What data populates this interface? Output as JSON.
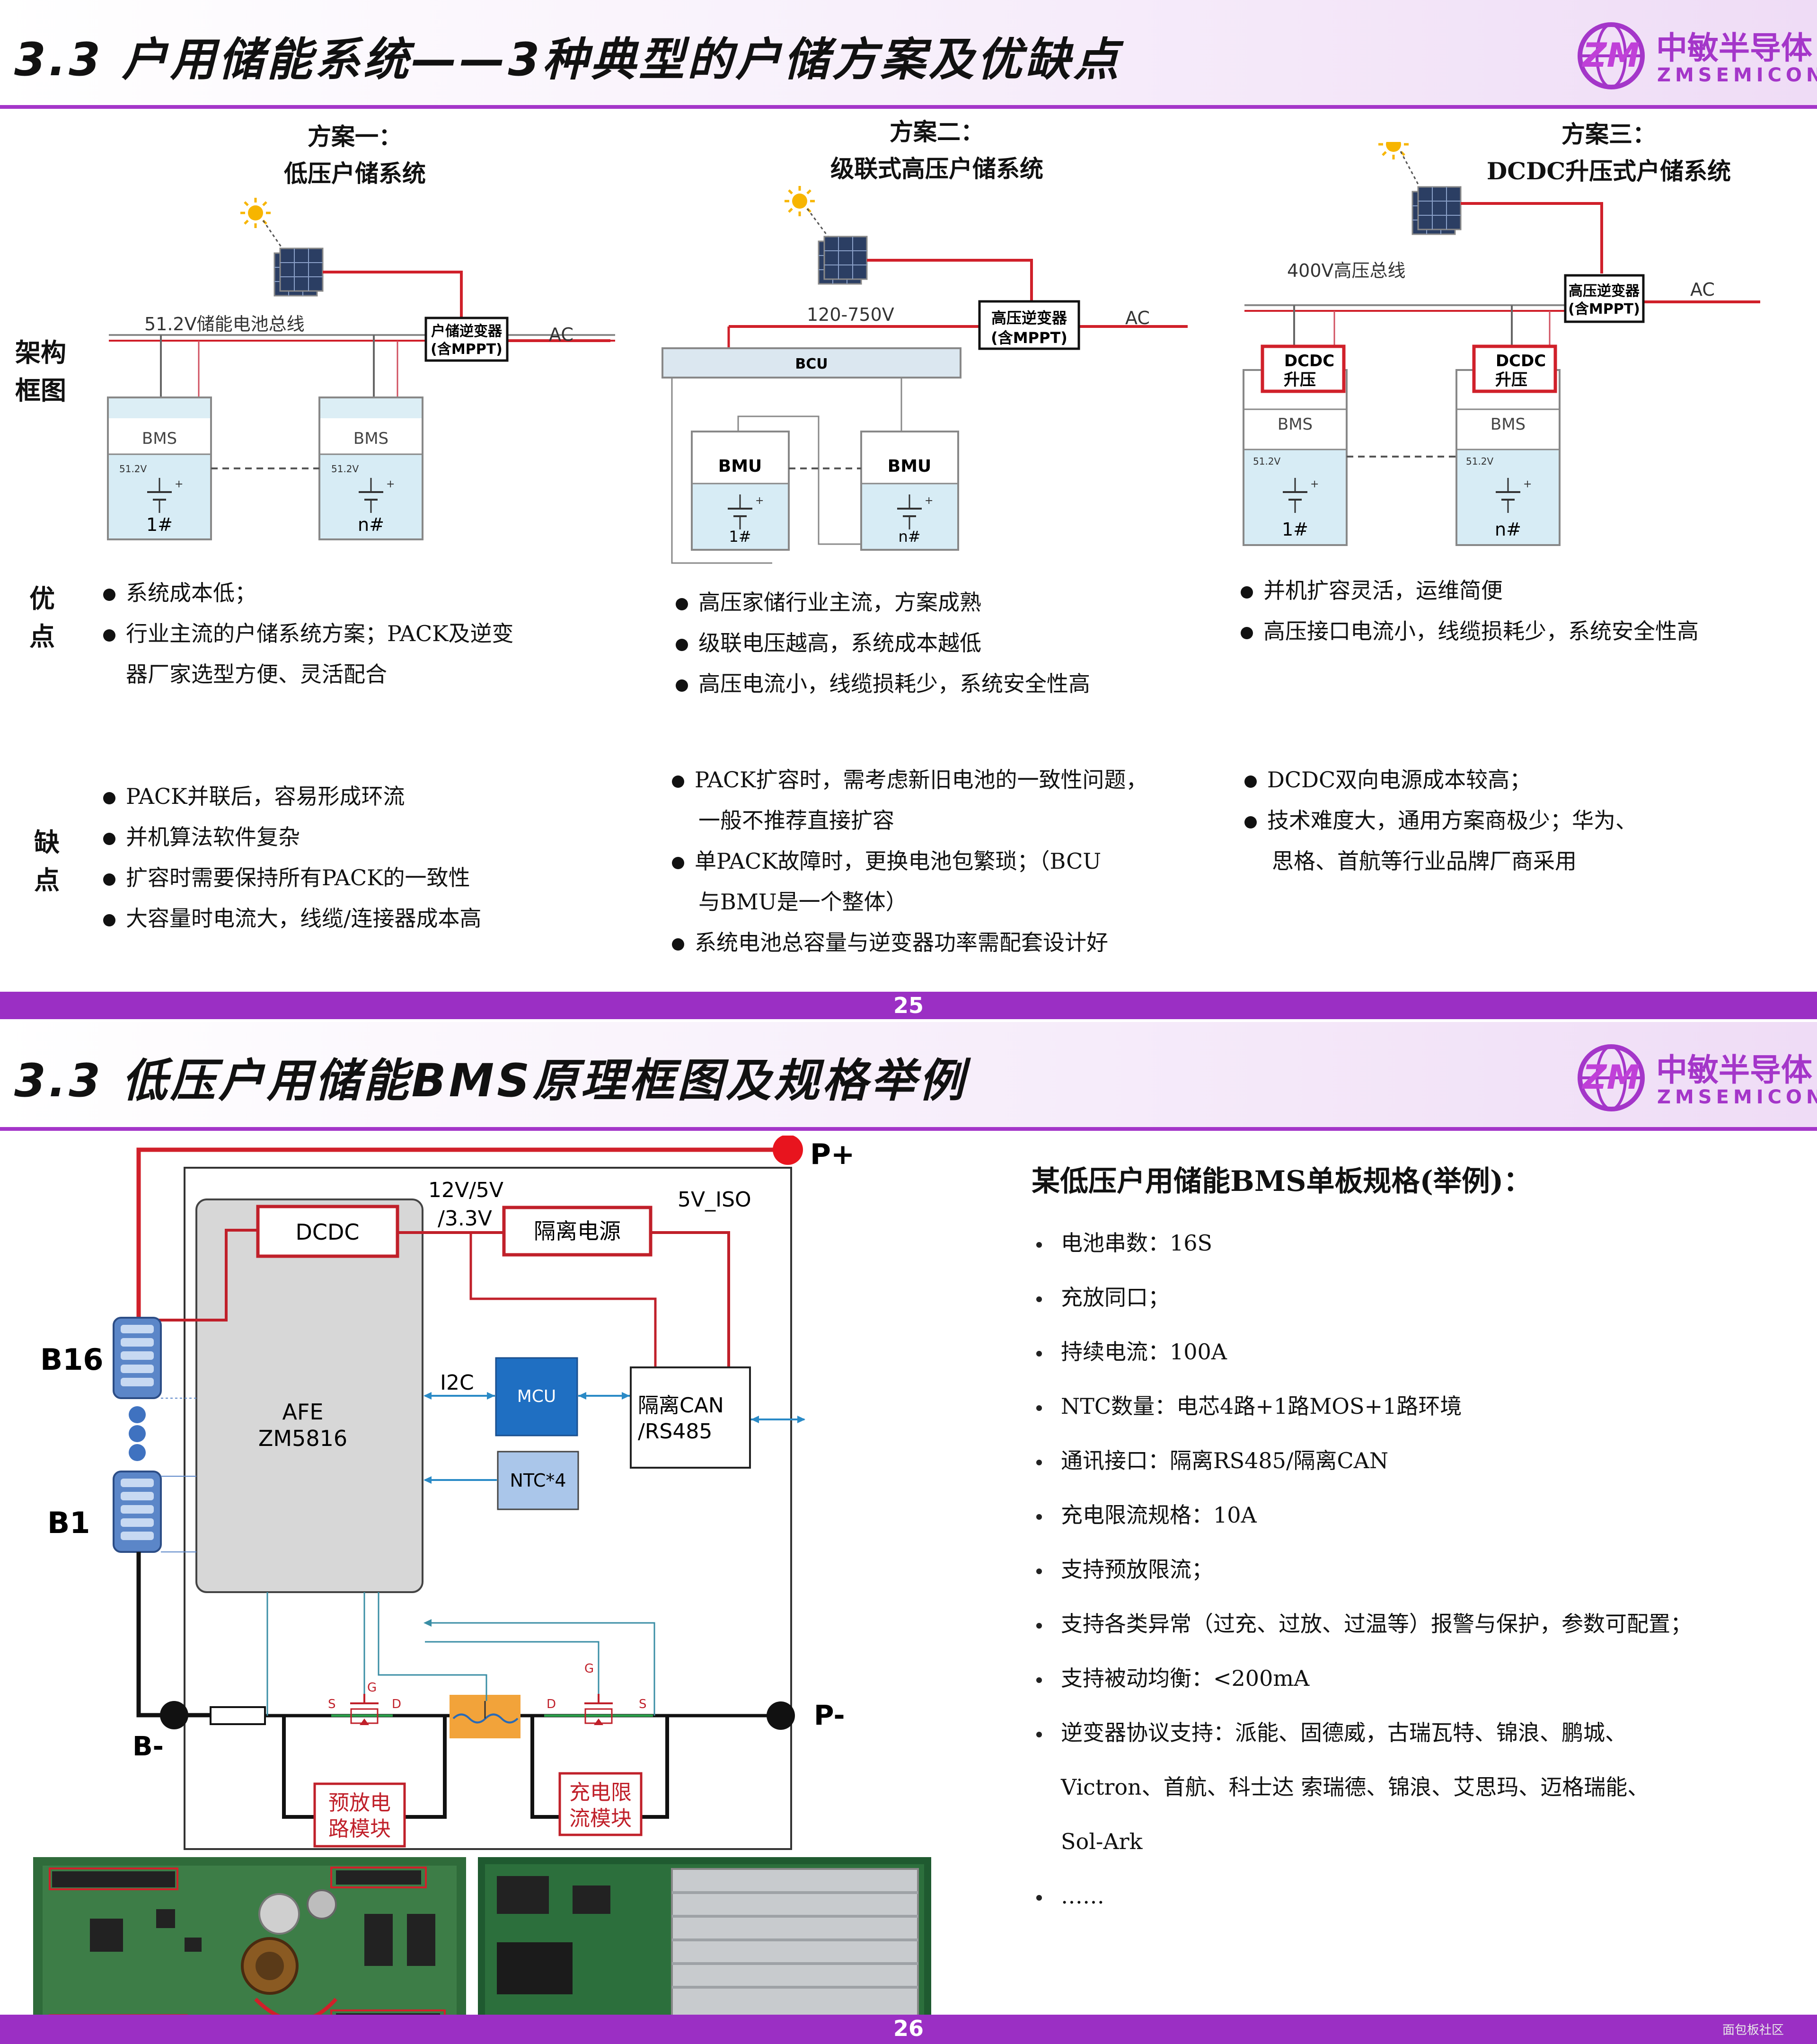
{
  "slide1": {
    "title": "3.3  户用储能系统——3种典型的户储方案及优缺点",
    "logo_cn": "中敏半导体",
    "logo_en": "ZMSEMICON",
    "page_num": "25",
    "arch_label": "架构\n框图",
    "pros_label": "优\n点",
    "cons_label": "缺\n点",
    "schemes": [
      {
        "heading_1": "方案一：",
        "heading_2": "低压户储系统",
        "bus": "51.2V储能电池总线",
        "inverter": "户储逆变器\n(含MPPT)",
        "ac": "AC",
        "bms": "BMS",
        "voltage": "51.2V",
        "unit_1": "1#",
        "unit_n": "n#",
        "pros": [
          {
            "bullet": "系统成本低；"
          },
          {
            "bullet": "行业主流的户储系统方案；PACK及逆变",
            "cont": "器厂家选型方便、灵活配合"
          }
        ],
        "cons": [
          {
            "bullet": "PACK并联后，容易形成环流"
          },
          {
            "bullet": "并机算法软件复杂"
          },
          {
            "bullet": "扩容时需要保持所有PACK的一致性"
          },
          {
            "bullet": "大容量时电流大，线缆/连接器成本高"
          }
        ]
      },
      {
        "heading_1": "方案二：",
        "heading_2": "级联式高压户储系统",
        "bus": "120-750V",
        "inverter": "高压逆变器\n(含MPPT)",
        "ac": "AC",
        "bcu": "BCU",
        "bmu": "BMU",
        "unit_1": "1#",
        "unit_n": "n#",
        "pros": [
          {
            "bullet": "高压家储行业主流，方案成熟"
          },
          {
            "bullet": "级联电压越高，系统成本越低"
          },
          {
            "bullet": "高压电流小，线缆损耗少，系统安全性高"
          }
        ],
        "cons": [
          {
            "bullet": "PACK扩容时，需考虑新旧电池的一致性问题，",
            "cont": "一般不推荐直接扩容"
          },
          {
            "bullet": "单PACK故障时，更换电池包繁琐；（BCU",
            "cont": "与BMU是一个整体）"
          },
          {
            "bullet": "系统电池总容量与逆变器功率需配套设计好"
          }
        ]
      },
      {
        "heading_1": "方案三：",
        "heading_2": "DCDC升压式户储系统",
        "bus": "400V高压总线",
        "inverter": "高压逆变器\n(含MPPT)",
        "ac": "AC",
        "dcdc": "DCDC\n升压",
        "bms": "BMS",
        "voltage": "51.2V",
        "unit_1": "1#",
        "unit_n": "n#",
        "pros": [
          {
            "bullet": "并机扩容灵活，运维简便"
          },
          {
            "bullet": "高压接口电流小，线缆损耗少，系统安全性高"
          }
        ],
        "cons": [
          {
            "bullet": "DCDC双向电源成本较高；"
          },
          {
            "bullet": "技术难度大，通用方案商极少；华为、",
            "cont": "思格、首航等行业品牌厂商采用"
          }
        ]
      }
    ]
  },
  "slide2": {
    "title": "3.3  低压户用储能BMS原理框图及规格举例",
    "logo_cn": "中敏半导体",
    "logo_en": "ZMSEMICON",
    "page_num": "26",
    "diagram": {
      "p_plus": "P+",
      "p_minus": "P-",
      "b_minus": "B-",
      "b16": "B16",
      "b1": "B1",
      "dcdc": "DCDC",
      "voltages": "12V/5V\n/3.3V",
      "iso_power": "隔离电源",
      "v5iso": "5V_ISO",
      "i2c": "I2C",
      "mcu": "MCU",
      "can": "隔离CAN\n/RS485",
      "ntc": "NTC*4",
      "afe": "AFE\nZM5816",
      "predischarge": "预放电\n路模块",
      "charge_limit": "充电限\n流模块",
      "g": "G",
      "s": "S",
      "d": "D"
    },
    "spec_title": "某低压户用储能BMS单板规格(举例)：",
    "specs": [
      "电池串数：16S",
      "充放同口；",
      "持续电流：100A",
      "NTC数量：电芯4路+1路MOS+1路环境",
      "通讯接口：隔离RS485/隔离CAN",
      "充电限流规格：10A",
      "支持预放限流；",
      "支持各类异常（过充、过放、过温等）报警与保护，参数可配置；",
      "支持被动均衡：<200mA",
      "逆变器协议支持：派能、固德威，古瑞瓦特、锦浪、鹏城、",
      "Victron、首航、科士达 索瑞德、锦浪、艾思玛、迈格瑞能、",
      "Sol-Ark",
      "……"
    ],
    "watermark": "面包板社区"
  },
  "colors": {
    "accent": "#a436c9",
    "footer": "#9b2fc4",
    "red_wire": "#d0202a",
    "mcu_blue": "#1f6fc2",
    "ntc_blue": "#aac6ea",
    "wire_teal": "#3a8ea5",
    "orange": "#f2a33a"
  }
}
